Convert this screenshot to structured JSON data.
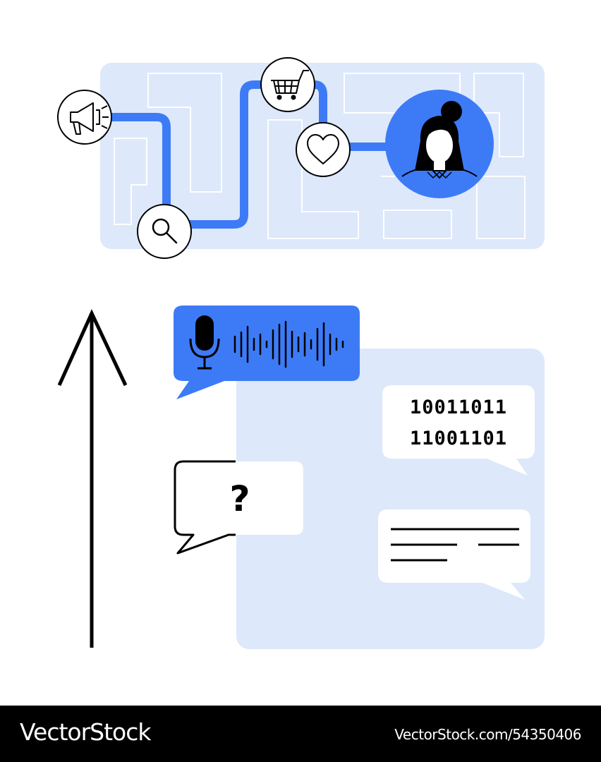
{
  "footer": {
    "brand": "VectorStock",
    "stock_id": "VectorStock.com/54350406"
  },
  "chat": {
    "binary_line_1": "10011011",
    "binary_line_2": "11001101",
    "question_mark": "?"
  },
  "icons": [
    "megaphone-icon",
    "search-icon",
    "cart-icon",
    "heart-icon",
    "user-avatar-icon",
    "microphone-icon",
    "sound-wave-icon",
    "arrow-up-icon"
  ],
  "colors": {
    "accent": "#3d7bf6",
    "panel": "#dde8fb",
    "ink": "#000000",
    "footer": "#000000"
  }
}
